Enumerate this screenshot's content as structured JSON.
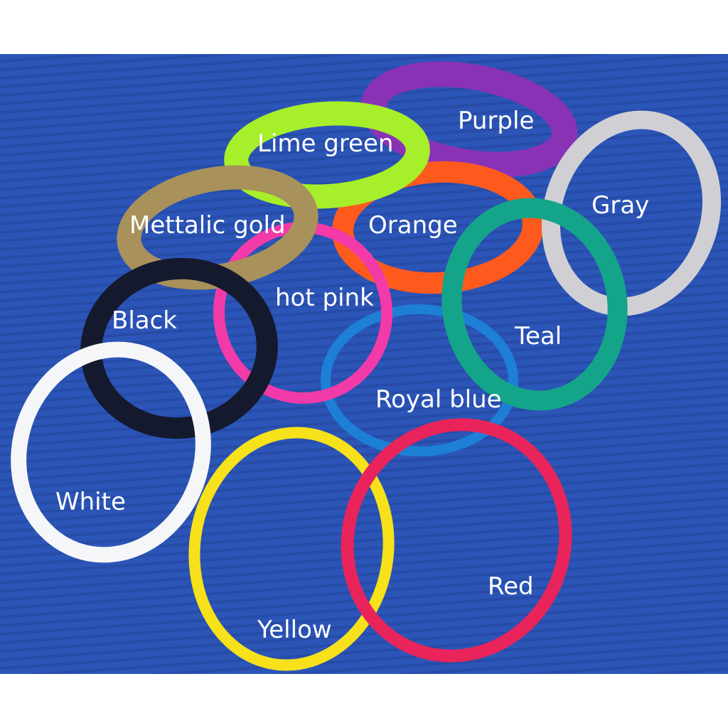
{
  "bands": [
    {
      "key": "purple",
      "label": "Purple",
      "color": "#8a32b6"
    },
    {
      "key": "lime",
      "label": "Lime green",
      "color": "#a6ef2a"
    },
    {
      "key": "gray",
      "label": "Gray",
      "color": "#d0d0d4"
    },
    {
      "key": "orange",
      "label": "Orange",
      "color": "#ff5a1e"
    },
    {
      "key": "gold",
      "label": "Mettalic gold",
      "color": "#a8915a"
    },
    {
      "key": "teal",
      "label": "Teal",
      "color": "#14a489"
    },
    {
      "key": "pink",
      "label": "hot pink",
      "color": "#f23aa8"
    },
    {
      "key": "black",
      "label": "Black",
      "color": "#15192e"
    },
    {
      "key": "royal",
      "label": "Royal blue",
      "color": "#1d7fd6"
    },
    {
      "key": "white",
      "label": "White",
      "color": "#f5f6f8"
    },
    {
      "key": "yellow",
      "label": "Yellow",
      "color": "#f6e11b"
    },
    {
      "key": "red",
      "label": "Red",
      "color": "#e8245a"
    }
  ],
  "colors": {
    "background_blue": "#2c55b8",
    "stripe_blue": "#254ba8",
    "frame": "#ffffff"
  }
}
